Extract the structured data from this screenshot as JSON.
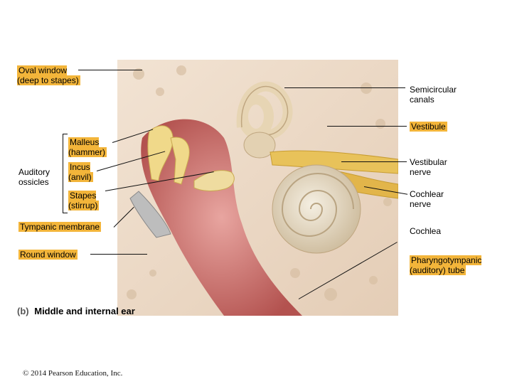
{
  "labels": {
    "oval_window": "Oval window\n(deep to stapes)",
    "semicircular_canals": "Semicircular\ncanals",
    "vestibule": "Vestibule",
    "malleus": "Malleus\n(hammer)",
    "auditory_ossicles": "Auditory\nossicles",
    "incus": "Incus\n(anvil)",
    "vestibular_nerve": "Vestibular\nnerve",
    "stapes": "Stapes\n(stirrup)",
    "cochlear_nerve": "Cochlear\nnerve",
    "tympanic_membrane": "Tympanic membrane",
    "cochlea": "Cochlea",
    "round_window": "Round window",
    "pharyngotympanic_tube": "Pharyngotympanic\n(auditory) tube"
  },
  "caption": {
    "tag": "(b)",
    "text": "Middle and internal ear"
  },
  "copyright": "© 2014 Pearson Education, Inc.",
  "colors": {
    "label_highlight": "#f3b53a",
    "bone": "#e9d8bd",
    "tissue": "#c96b6b",
    "nerve": "#e8c25a",
    "cochlea": "#e7ddc8"
  }
}
